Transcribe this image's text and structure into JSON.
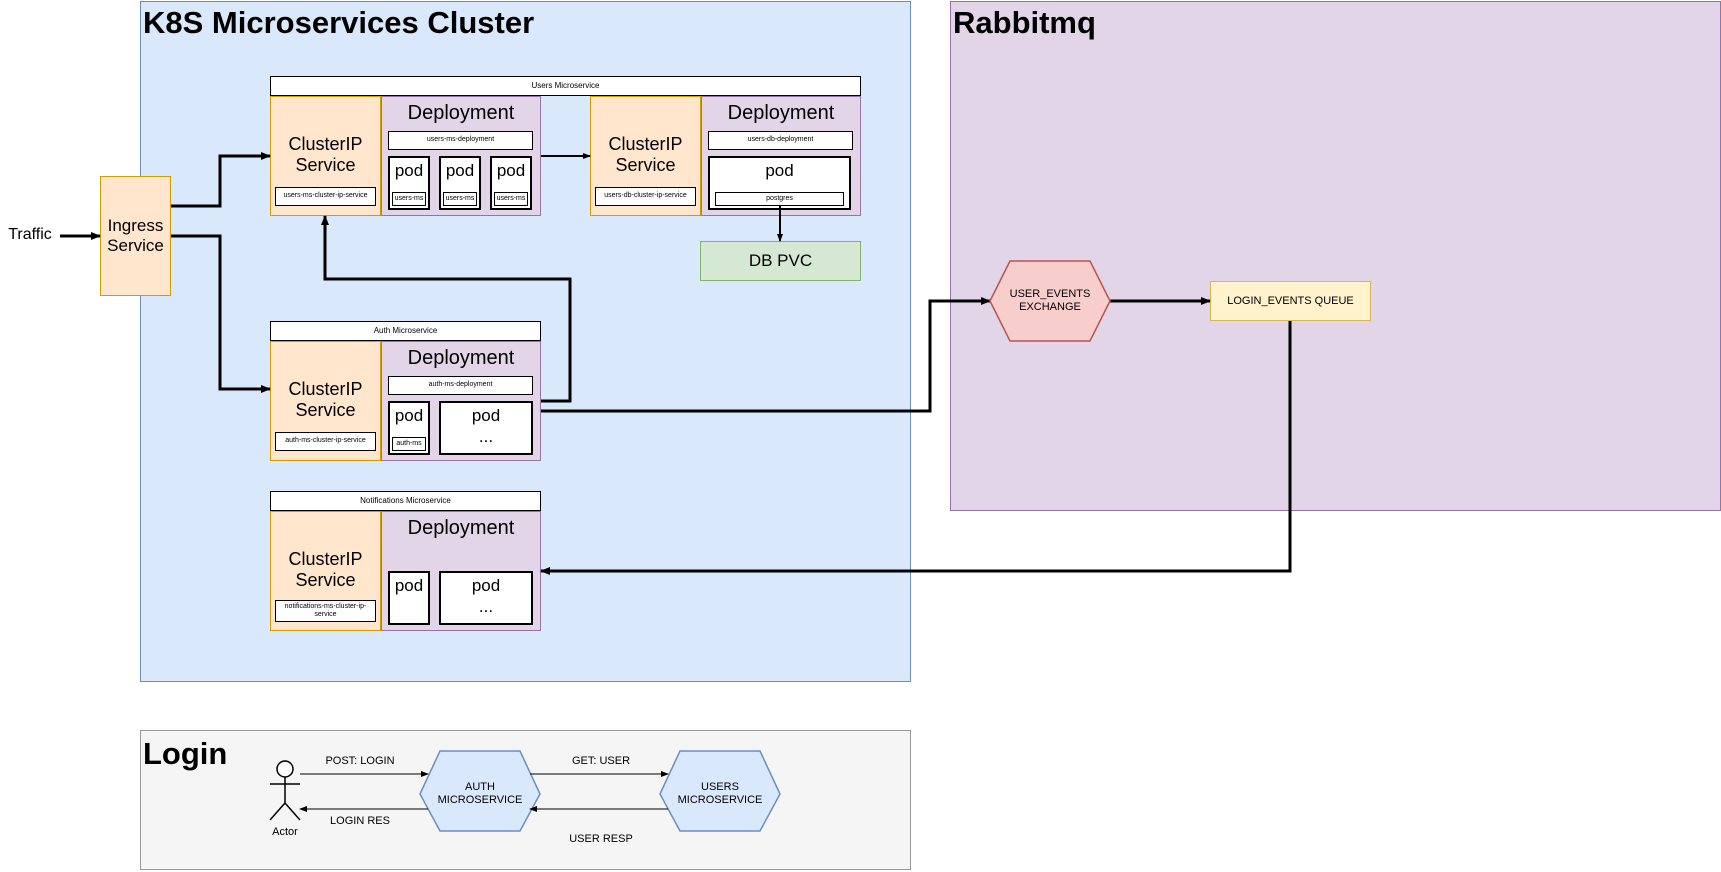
{
  "traffic": "Traffic",
  "ingress": "Ingress\nService",
  "cluster": {
    "title": "K8S Microservices Cluster"
  },
  "rabbitmq": {
    "title": "Rabbitmq",
    "exchange": "USER_EVENTS\nEXCHANGE",
    "queue": "LOGIN_EVENTS QUEUE"
  },
  "users_ms": {
    "header": "Users Microservice",
    "service_title": "ClusterIP\nService",
    "service_name": "users-ms-cluster-ip-service",
    "deployment_title": "Deployment",
    "deployment_name": "users-ms-deployment",
    "pods": [
      {
        "title": "pod",
        "container": "users-ms"
      },
      {
        "title": "pod",
        "container": "users-ms"
      },
      {
        "title": "pod",
        "container": "users-ms"
      }
    ],
    "db_service_title": "ClusterIP\nService",
    "db_service_name": "users-db-cluster-ip-service",
    "db_deployment_title": "Deployment",
    "db_deployment_name": "users-db-deployment",
    "db_pod_title": "pod",
    "db_container": "postgres",
    "pvc": "DB PVC"
  },
  "auth_ms": {
    "header": "Auth Microservice",
    "service_title": "ClusterIP\nService",
    "service_name": "auth-ms-cluster-ip-service",
    "deployment_title": "Deployment",
    "deployment_name": "auth-ms-deployment",
    "pod_title": "pod",
    "container": "auth-ms",
    "more_pod_title": "pod",
    "more_pod_ellipsis": "..."
  },
  "notifications_ms": {
    "header": "Notifications Microservice",
    "service_title": "ClusterIP\nService",
    "service_name": "notifications-ms-cluster-ip-\nservice",
    "deployment_title": "Deployment",
    "pod_title": "pod",
    "more_pod_title": "pod",
    "more_pod_ellipsis": "..."
  },
  "login": {
    "title": "Login",
    "actor": "Actor",
    "auth": "AUTH\nMICROSERVICE",
    "users": "USERS\nMICROSERVICE",
    "post_login": "POST: LOGIN",
    "login_res": "LOGIN RES",
    "get_user": "GET: USER",
    "user_resp": "USER RESP"
  },
  "colors": {
    "cluster_fill": "#dae8fc",
    "cluster_stroke": "#6c8ebf",
    "purple_fill": "#e1d5e7",
    "purple_stroke": "#9673a6",
    "orange_fill": "#ffe6cc",
    "orange_stroke": "#d79b00",
    "green_fill": "#d5e8d4",
    "green_stroke": "#82b366",
    "red_fill": "#f8cecc",
    "red_stroke": "#b85450",
    "yellow_fill": "#fff2cc",
    "yellow_stroke": "#d6b656",
    "login_fill": "#f5f5f5",
    "login_stroke": "#999999"
  }
}
